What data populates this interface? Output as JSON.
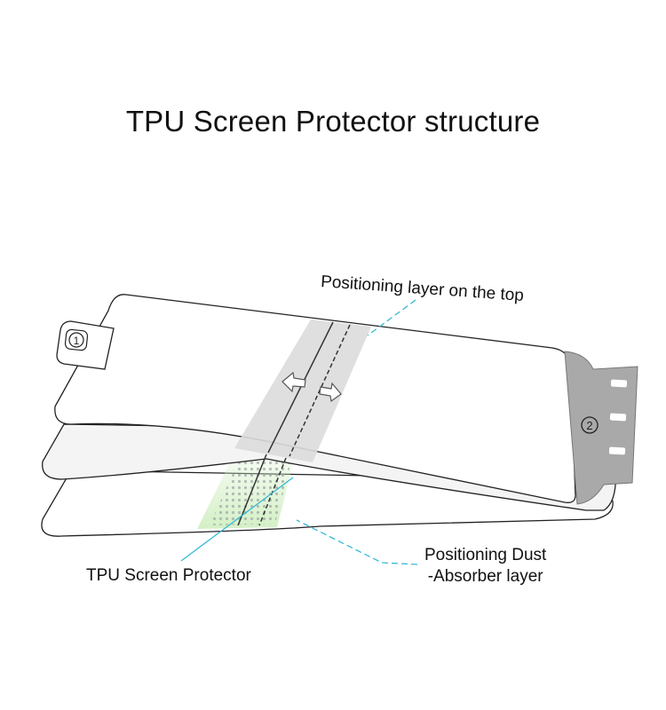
{
  "title": "TPU Screen Protector structure",
  "labels": {
    "top_layer": "Positioning layer on the top",
    "tpu": "TPU Screen Protector",
    "dust_line1": "Positioning Dust",
    "dust_line2": "-Absorber layer"
  },
  "tab_numbers": {
    "tab1": "1",
    "tab2": "2"
  },
  "colors": {
    "leader_line": "#35b9d6",
    "tab_grey": "#a9a9a9",
    "strip_grey": "#dcdcdc",
    "dust_green": "#cfeec0",
    "outline": "#222222"
  }
}
